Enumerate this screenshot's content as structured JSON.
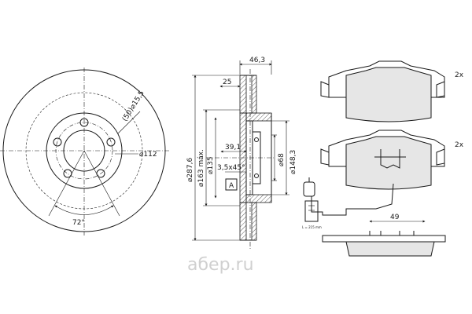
{
  "disc_front": {
    "angle_label": "72°",
    "hole_label": "⌀112",
    "bolt_label": "(50)⌀15,5"
  },
  "disc_section": {
    "dims": {
      "thickness": "46,3",
      "hat_offset": "25",
      "diameter": "⌀287,6",
      "max_diam": "⌀163 máx.",
      "d135": "⌀135",
      "h39": "39,1",
      "chamfer": "3,5x45°",
      "d68": "⌀68",
      "d148": "⌀148,3"
    },
    "section_label": "A"
  },
  "pads": {
    "qty_top": "2x",
    "qty_bottom": "2x",
    "sensor_length": "49",
    "wire_note": "L = 215 mm"
  },
  "watermark": {
    "text": "абер.ru"
  }
}
